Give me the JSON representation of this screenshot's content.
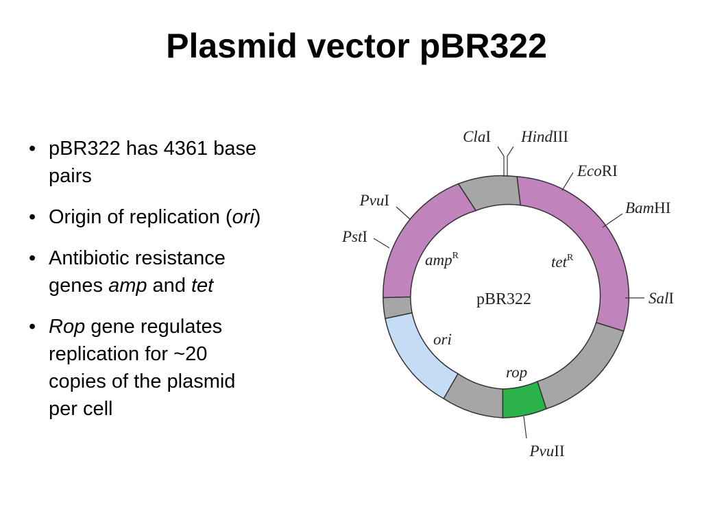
{
  "slide": {
    "title": "Plasmid vector pBR322"
  },
  "bullets": [
    {
      "text": "pBR322 has 4361 base pairs"
    },
    {
      "pre": "Origin of replication (",
      "em": "ori",
      "post": ")"
    },
    {
      "pre": "Antibiotic resistance genes ",
      "em1": "amp",
      "mid": " and ",
      "em2": "tet"
    },
    {
      "em": "Rop",
      "post": " gene regulates replication for ~20 copies of the plasmid per cell"
    }
  ],
  "plasmid_map": {
    "name": "pBR322",
    "gene_labels": {
      "amp": "amp",
      "amp_sup": "R",
      "tet": "tet",
      "tet_sup": "R",
      "ori": "ori",
      "rop": "rop"
    },
    "sites": [
      {
        "italic": "Cla",
        "roman": "I"
      },
      {
        "italic": "Hind",
        "roman": "III"
      },
      {
        "italic": "Eco",
        "roman": "RI"
      },
      {
        "italic": "Bam",
        "roman": "HI"
      },
      {
        "italic": "Sal",
        "roman": "I"
      },
      {
        "italic": "Pvu",
        "roman": "II"
      },
      {
        "italic": "Pst",
        "roman": "I"
      },
      {
        "italic": "Pvu",
        "roman": "I"
      }
    ],
    "colors": {
      "amp": "#c083bb",
      "tet": "#c083bb",
      "ori": "#c5dcf7",
      "rop": "#2bb34a",
      "spacer": "#a6a6a6",
      "outline": "#333333"
    }
  }
}
